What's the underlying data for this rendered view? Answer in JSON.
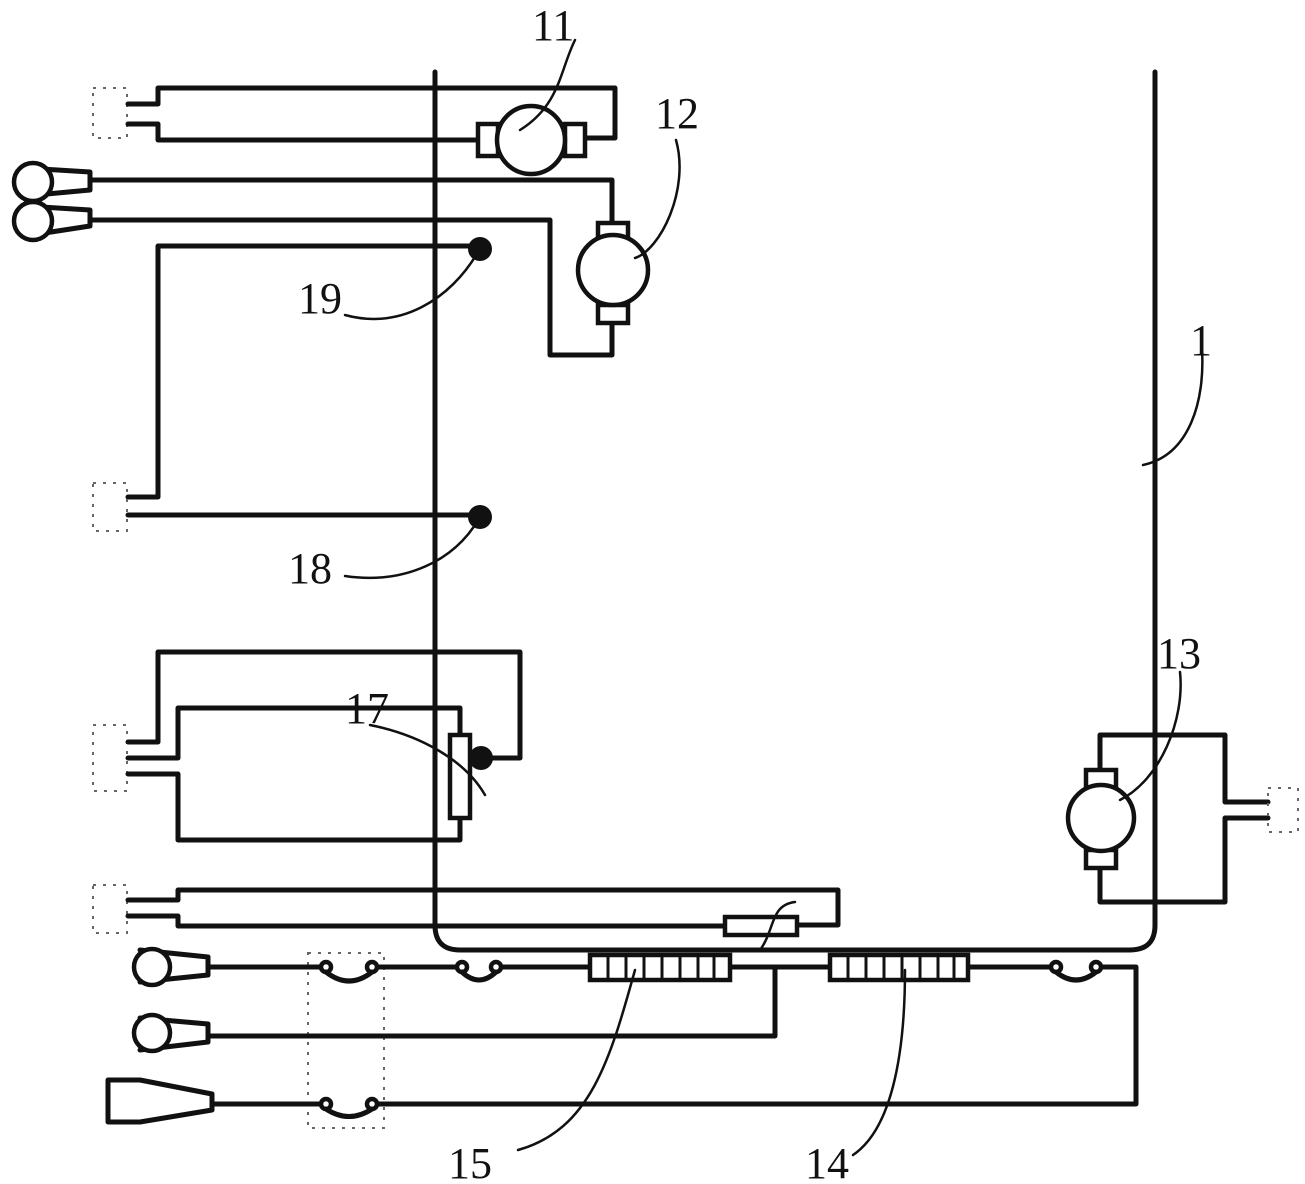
{
  "labels": {
    "wire_1": "1",
    "motor_11": "11",
    "motor_12": "12",
    "motor_13": "13",
    "heater_14": "14",
    "heater_15": "15",
    "switch_17": "17",
    "sensor_18": "18",
    "sensor_19": "19"
  },
  "colors": {
    "line": "#111111",
    "connector_outline": "#666666",
    "background": "#ffffff"
  }
}
